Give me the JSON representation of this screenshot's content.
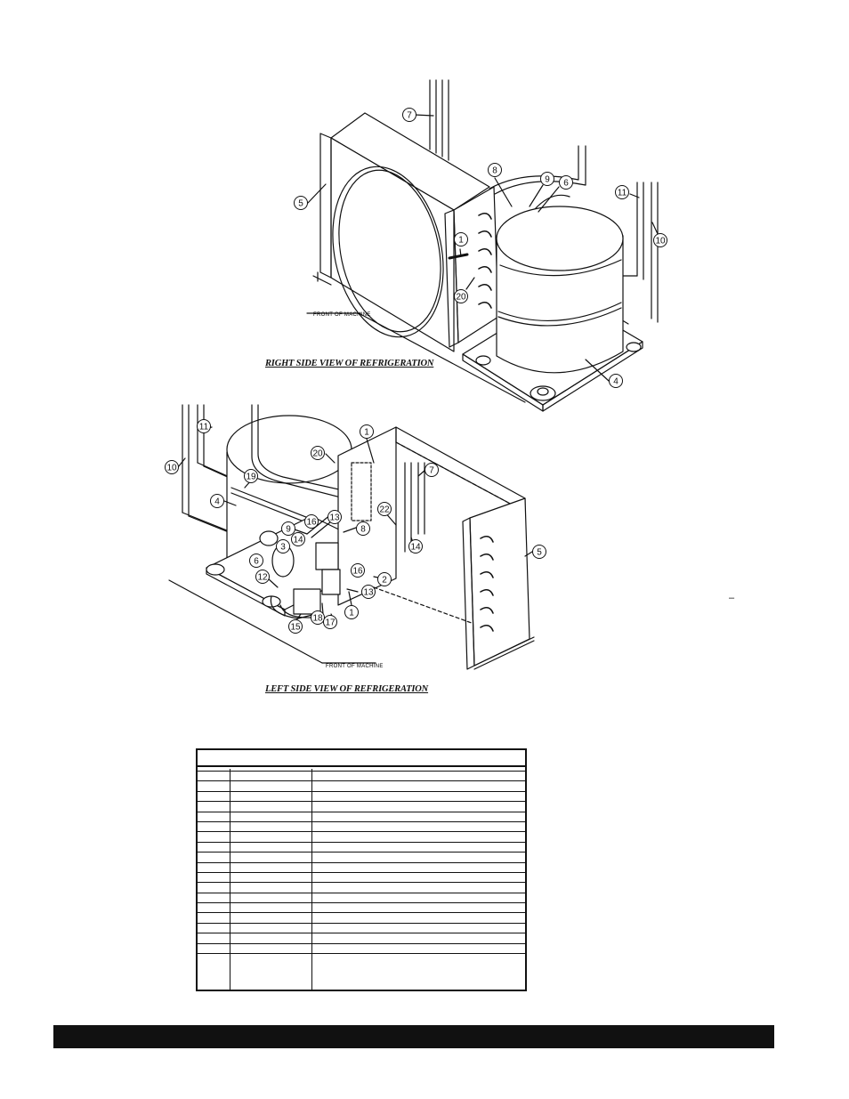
{
  "right_view": {
    "caption": "RIGHT SIDE VIEW OF REFRIGERATION",
    "front_label": "FRONT OF MACHINE",
    "callouts": [
      "7",
      "5",
      "8",
      "9",
      "6",
      "11",
      "10",
      "1",
      "20",
      "4"
    ]
  },
  "left_view": {
    "caption": "LEFT SIDE VIEW OF REFRIGERATION",
    "front_label": "FRONT OF MACHINE",
    "callouts": [
      "11",
      "10",
      "19",
      "20",
      "1",
      "7",
      "4",
      "16",
      "13",
      "22",
      "9",
      "14",
      "8",
      "14",
      "6",
      "3",
      "16",
      "5",
      "12",
      "2",
      "13",
      "15",
      "18",
      "17",
      "1"
    ]
  },
  "parts_table": {
    "row_count": 19
  },
  "misc": {
    "dash": "–"
  }
}
